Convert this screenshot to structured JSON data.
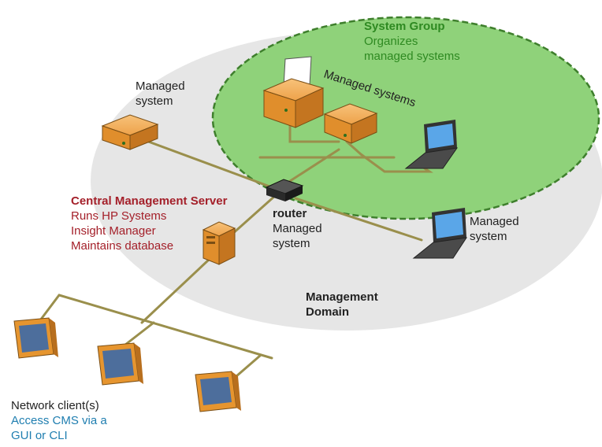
{
  "colors": {
    "domain_fill": "#e6e6e6",
    "group_fill": "#8fd27a",
    "group_border": "#3e7f2c",
    "cable": "#9a8f4c",
    "device_orange": "#f2a33c",
    "screen_blue": "#5aa6e8",
    "title_green": "#2f8a22",
    "title_red": "#a4202a",
    "client_blue": "#1f7eb0"
  },
  "system_group": {
    "title": "System Group",
    "desc_line1": "Organizes",
    "desc_line2": "managed systems"
  },
  "managed_systems_label": "Managed systems",
  "managed_system_left": {
    "line1": "Managed",
    "line2": "system"
  },
  "managed_system_right": {
    "line1": "Managed",
    "line2": "system"
  },
  "router": {
    "title": "router",
    "line1": "Managed",
    "line2": "system"
  },
  "cms": {
    "title": "Central Management Server",
    "line1": "Runs HP Systems",
    "line2": "Insight Manager",
    "line3": "Maintains database"
  },
  "management_domain": {
    "line1": "Management",
    "line2": "Domain"
  },
  "network_client": {
    "title": "Network client(s)",
    "line1": "Access CMS via a",
    "line2": "GUI or CLI"
  },
  "icons": [
    "printer-server-icon",
    "server-box-icon",
    "laptop-icon",
    "router-icon",
    "tower-server-icon",
    "monitor-icon"
  ]
}
